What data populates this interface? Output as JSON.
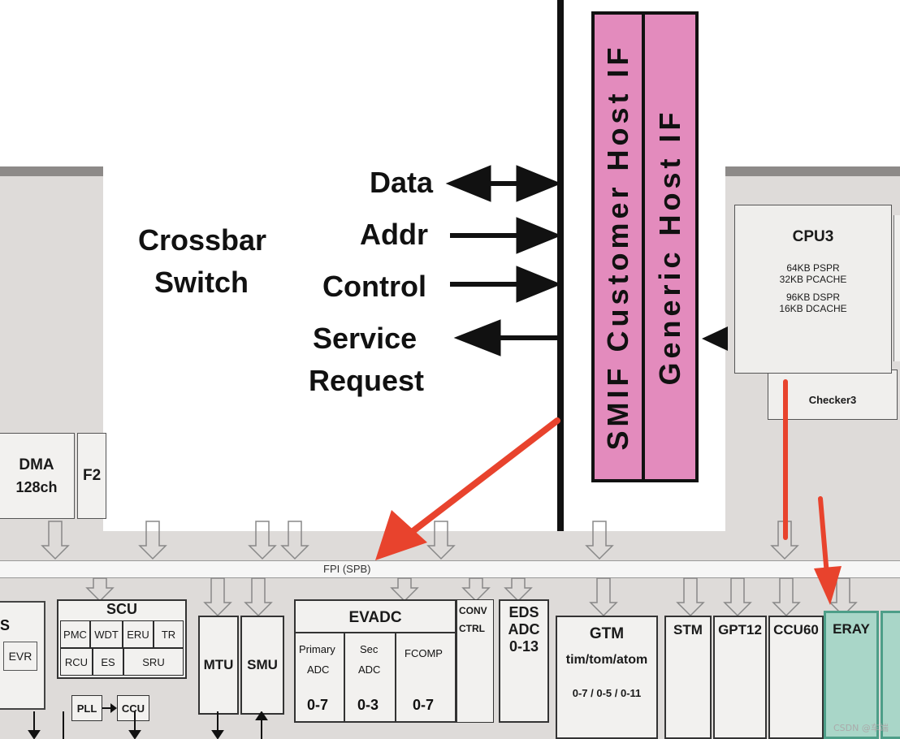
{
  "crossbar": {
    "line1": "Crossbar",
    "line2": "Switch"
  },
  "signals": {
    "data": "Data",
    "addr": "Addr",
    "control": "Control",
    "service_line1": "Service",
    "service_line2": "Request"
  },
  "interfaces": {
    "smif": "SMIF Customer Host IF",
    "generic": "Generic Host IF"
  },
  "cpu3": {
    "title": "CPU3",
    "pspr": "64KB  PSPR",
    "pcache": "32KB  PCACHE",
    "dspr": "96KB  DSPR",
    "dcache": "16KB  DCACHE",
    "checker": "Checker3"
  },
  "bus": {
    "fpi": "FPI  (SPB)"
  },
  "blocks": {
    "dma_title": "DMA",
    "dma_ch": "128ch",
    "f2": "F2",
    "scu": "SCU",
    "pmc": "PMC",
    "wdt": "WDT",
    "eru": "ERU",
    "tr": "TR",
    "rcu": "RCU",
    "es": "ES",
    "sru": "SRU",
    "pll": "PLL",
    "ccu": "CCU",
    "evr": "EVR",
    "s_edge": "S",
    "mtu": "MTU",
    "smu": "SMU",
    "evadc": "EVADC",
    "primary_l1": "Primary",
    "primary_l2": "ADC",
    "primary_range": "0-7",
    "sec_l1": "Sec",
    "sec_l2": "ADC",
    "sec_range": "0-3",
    "fcomp": "FCOMP",
    "fcomp_range": "0-7",
    "conv_l1": "CONV",
    "conv_l2": "CTRL",
    "eds_l1": "EDS",
    "eds_l2": "ADC",
    "eds_range": "0-13",
    "gtm": "GTM",
    "gtm_sub": "tim/tom/atom",
    "gtm_range": "0-7 / 0-5 / 0-11",
    "stm": "STM",
    "gpt12": "GPT12",
    "ccu60": "CCU60",
    "eray": "ERAY"
  },
  "watermark": "CSDN @车端"
}
